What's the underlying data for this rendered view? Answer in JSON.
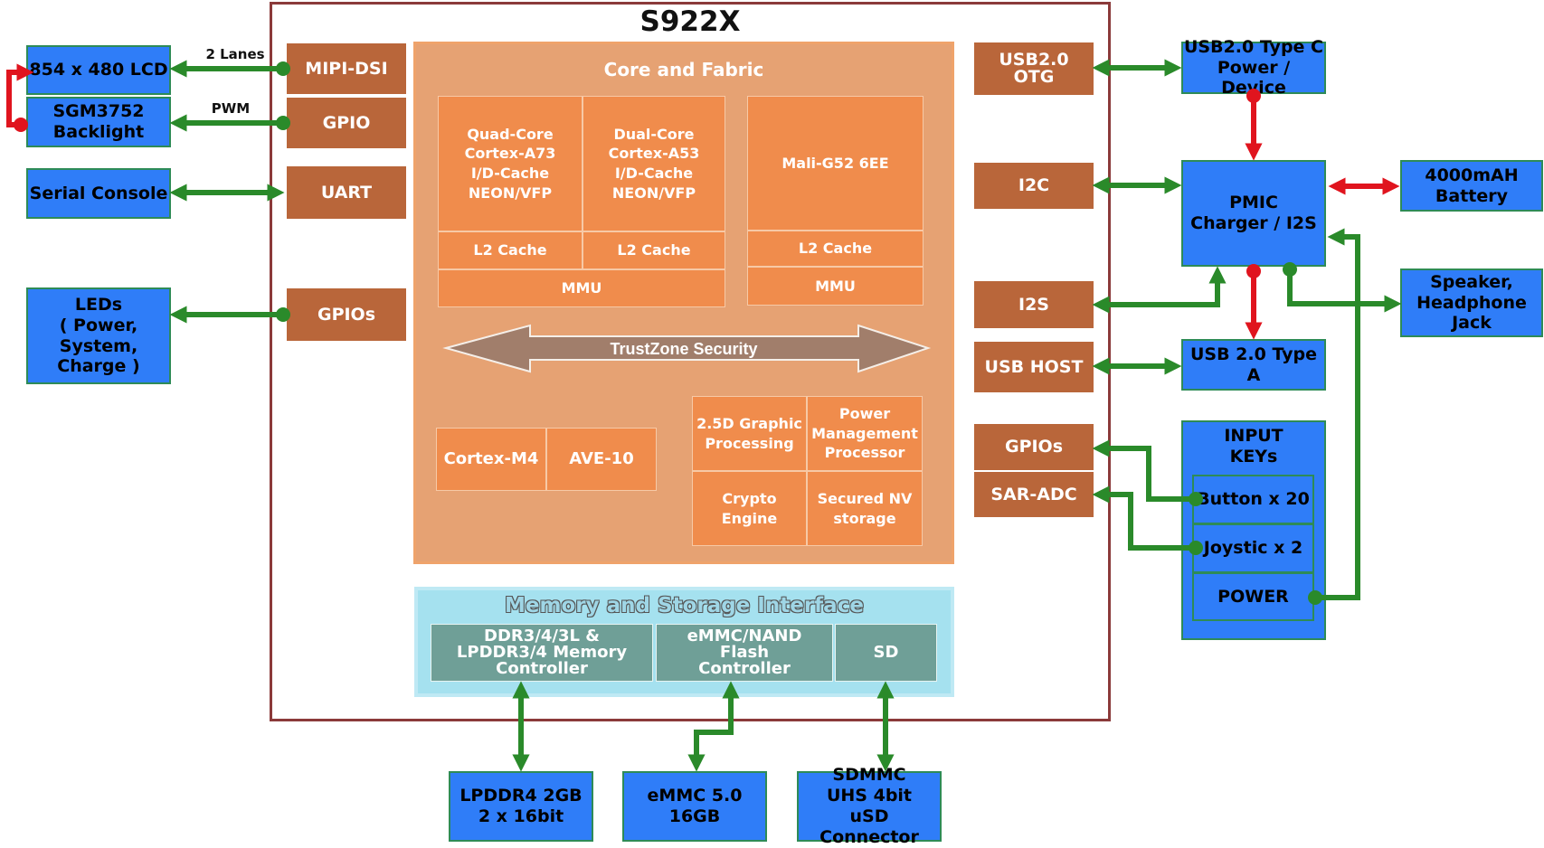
{
  "soc": {
    "title": "S922X",
    "core_title": "Core and Fabric",
    "a73": "Quad-Core\nCortex-A73\nI/D-Cache\nNEON/VFP",
    "a53": "Dual-Core\nCortex-A53\nI/D-Cache\nNEON/VFP",
    "gpu": "Mali-G52 6EE",
    "l2_a73": "L2 Cache",
    "l2_a53": "L2 Cache",
    "l2_gpu": "L2 Cache",
    "mmu_cpu": "MMU",
    "mmu_gpu": "MMU",
    "trustzone": "TrustZone Security",
    "cortex_m4": "Cortex-M4",
    "ave10": "AVE-10",
    "graphic25d": "2.5D Graphic\nProcessing",
    "pmp": "Power\nManagement\nProcessor",
    "crypto": "Crypto\nEngine",
    "secured_nv": "Secured NV\nstorage",
    "mem_title": "Memory and Storage Interface",
    "ddr_ctrl": "DDR3/4/3L &\nLPDDR3/4 Memory\nController",
    "emmc_ctrl": "eMMC/NAND\nFlash\nController",
    "sd": "SD"
  },
  "left_ports": {
    "mipi": "MIPI-DSI",
    "gpio": "GPIO",
    "uart": "UART",
    "gpios": "GPIOs"
  },
  "right_ports": {
    "usb_otg": "USB2.0\nOTG",
    "i2c": "I2C",
    "i2s": "I2S",
    "usb_host": "USB HOST",
    "gpios": "GPIOs",
    "sar_adc": "SAR-ADC"
  },
  "external": {
    "lcd": "854 x 480 LCD",
    "backlight": "SGM3752\nBacklight",
    "serial": "Serial Console",
    "leds": "LEDs\n( Power,\nSystem,\nCharge )",
    "usb_typec": "USB2.0 Type C\nPower / Device",
    "pmic": "PMIC\nCharger / I2S",
    "battery": "4000mAH\nBattery",
    "speaker": "Speaker,\nHeadphone\nJack",
    "usb_typea": "USB 2.0 Type A",
    "input_keys": "INPUT\nKEYs",
    "buttons": "Button x 20",
    "joystick": "Joystic x 2",
    "power": "POWER",
    "lpddr4": "LPDDR4 2GB\n2 x 16bit",
    "emmc": "eMMC 5.0\n16GB",
    "sdmmc": "SDMMC\nUHS 4bit\nuSD Connector"
  },
  "link_labels": {
    "lanes": "2 Lanes",
    "pwm": "PWM"
  },
  "colors": {
    "wire_green": "#2a8a2a",
    "wire_red": "#e0141e",
    "brown": "#b9663a",
    "blue": "#2f7df8",
    "core_bg": "#e6a273",
    "core_cell": "#f08c4c",
    "teal": "#6f9f97"
  }
}
